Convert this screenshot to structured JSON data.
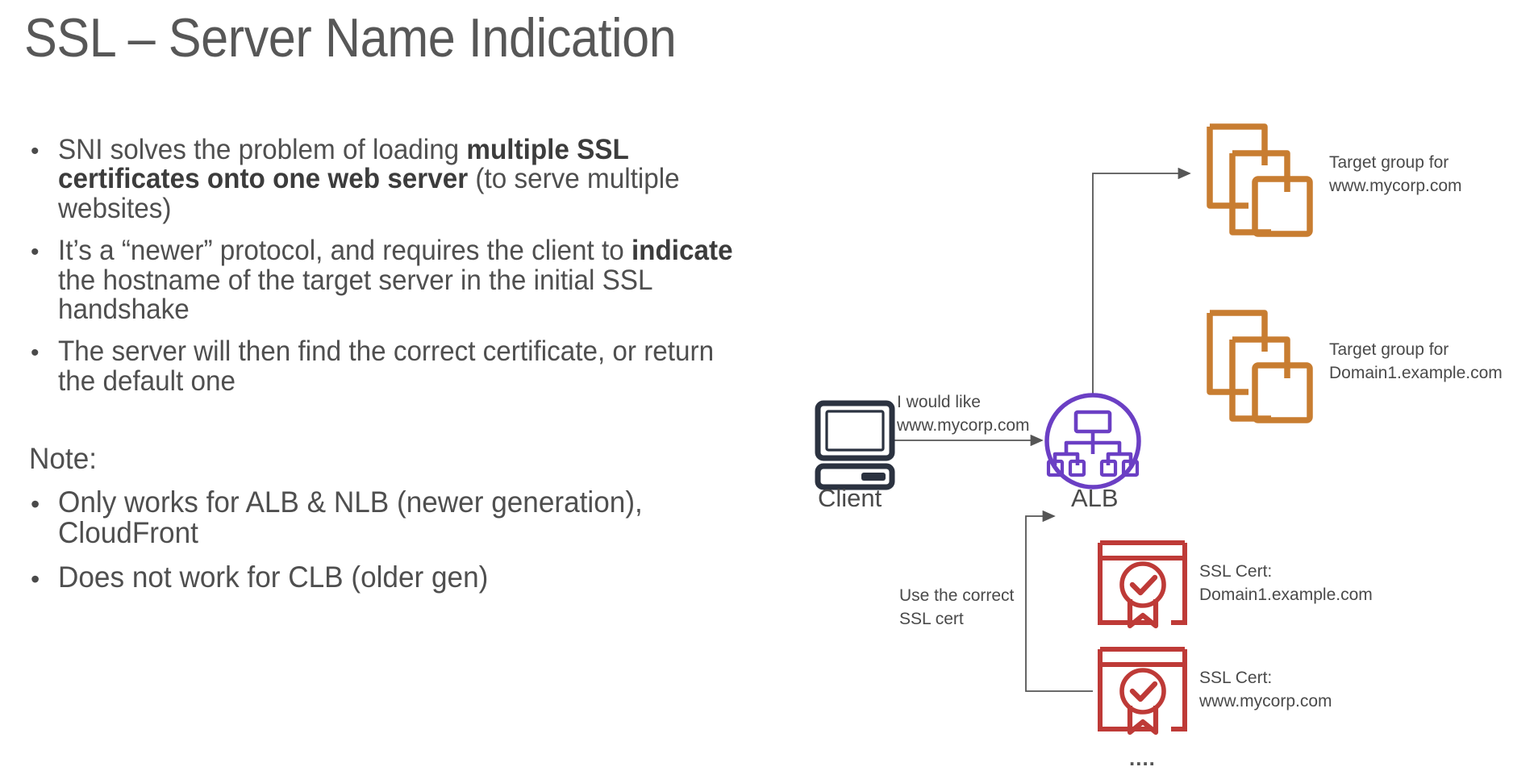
{
  "slide": {
    "title": "SSL – Server Name Indication",
    "background_color": "#ffffff",
    "title_color": "#575757"
  },
  "content": {
    "bullets": [
      {
        "id": "bullet-sni-solves",
        "parts": [
          {
            "text": "SNI solves the problem of loading ",
            "bold": false
          },
          {
            "text": "multiple SSL certificates onto one web server",
            "bold": true
          },
          {
            "text": " (to serve multiple websites)",
            "bold": false
          }
        ],
        "plain": "SNI solves the problem of loading multiple SSL certificates onto one web server (to serve multiple websites)"
      },
      {
        "id": "bullet-newer-protocol",
        "parts": [
          {
            "text": "It’s a “newer” protocol, and requires the client to ",
            "bold": false
          },
          {
            "text": "indicate",
            "bold": true
          },
          {
            "text": " the hostname of the target server in the initial SSL handshake",
            "bold": false
          }
        ],
        "plain": "It’s a “newer” protocol, and requires the client to indicate the hostname of the target server in the initial SSL handshake"
      },
      {
        "id": "bullet-server-finds-cert",
        "parts": [
          {
            "text": "The server will then find the correct certificate, or return the default one",
            "bold": false
          }
        ],
        "plain": "The server will then find the correct certificate, or return the default one"
      }
    ],
    "note_heading": "Note:",
    "note_bullets": [
      {
        "id": "note-bullet-alb-nlb",
        "parts": [
          {
            "text": "Only works for ALB & NLB (newer generation), CloudFront",
            "bold": false
          }
        ],
        "plain": "Only works for ALB & NLB (newer generation), CloudFront"
      },
      {
        "id": "note-bullet-clb",
        "parts": [
          {
            "text": "Does not work for CLB (older gen)",
            "bold": false
          }
        ],
        "plain": "Does not work for CLB (older gen)"
      }
    ],
    "bullet_glyph": "•"
  },
  "diagram": {
    "colors": {
      "orange": "#C87D31",
      "red": "#BE3A37",
      "purple": "#6B3FC4",
      "navy": "#2B3240",
      "arrow": "#555555",
      "text": "#4a4a4a"
    },
    "client": {
      "icon": "desktop-computer-icon",
      "label": "Client"
    },
    "request_label": "I would like\nwww.mycorp.com",
    "alb": {
      "icon": "load-balancer-icon",
      "label": "ALB"
    },
    "target_groups": [
      {
        "id": "target-group-mycorp",
        "icon": "target-group-icon",
        "label": "Target group for\nwww.mycorp.com"
      },
      {
        "id": "target-group-domain1",
        "icon": "target-group-icon",
        "label": "Target group for\nDomain1.example.com"
      }
    ],
    "cert_flow_label": "Use the correct\nSSL cert",
    "certificates": [
      {
        "id": "ssl-cert-domain1",
        "icon": "ssl-certificate-icon",
        "label": "SSL Cert:\nDomain1.example.com"
      },
      {
        "id": "ssl-cert-mycorp",
        "icon": "ssl-certificate-icon",
        "label": "SSL Cert:\nwww.mycorp.com"
      }
    ],
    "ellipsis": "...."
  }
}
